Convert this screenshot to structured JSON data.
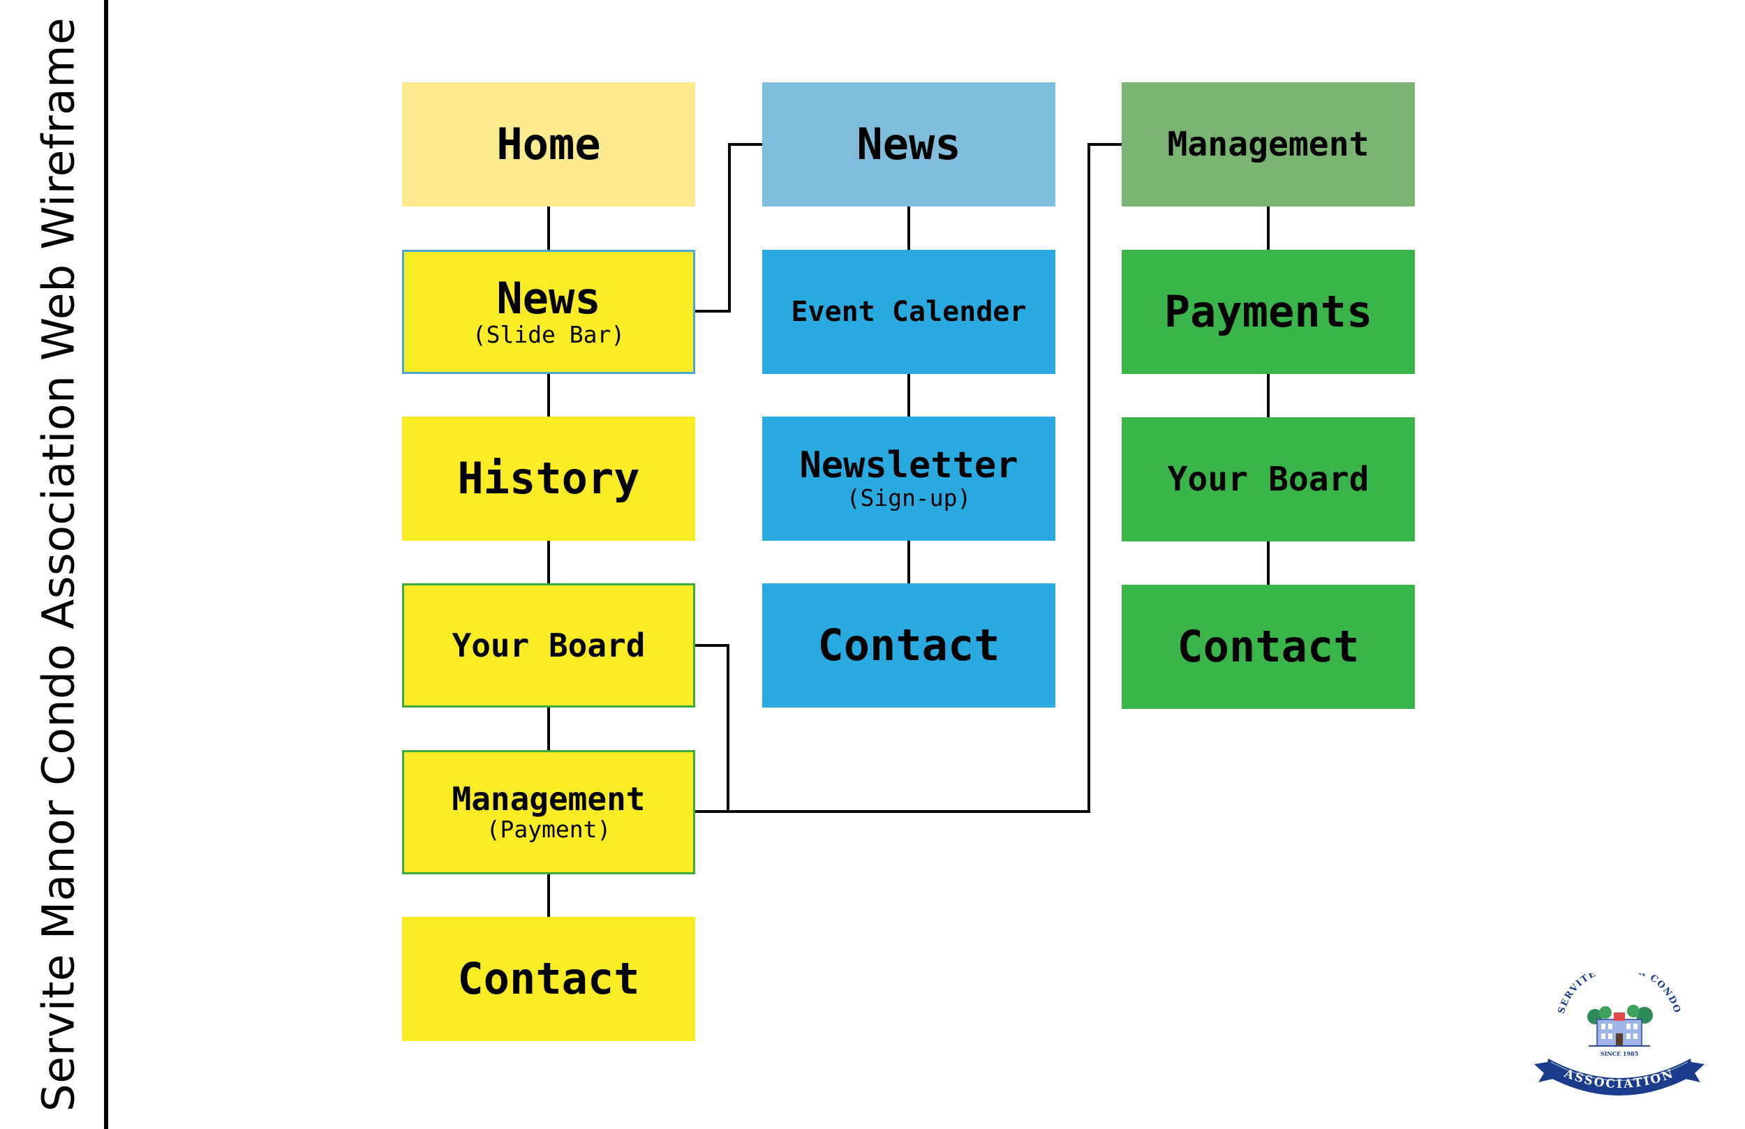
{
  "title": "Servite Manor Condo Association Web Wireframe",
  "colors": {
    "home": "#fbeb8e",
    "yellow": "#f9eb24",
    "news_header": "#7fbddc",
    "blue": "#29abe2",
    "management_header": "#79b473",
    "green": "#39b54a",
    "connector": "#000000"
  },
  "main_column": {
    "home": {
      "label": "Home"
    },
    "news": {
      "label": "News",
      "sub": "(Slide Bar)"
    },
    "history": {
      "label": "History"
    },
    "your_board": {
      "label": "Your Board"
    },
    "management": {
      "label": "Management",
      "sub": "(Payment)"
    },
    "contact": {
      "label": "Contact"
    }
  },
  "news_column": {
    "header": {
      "label": "News"
    },
    "event_calendar": {
      "label": "Event Calender"
    },
    "newsletter": {
      "label": "Newsletter",
      "sub": "(Sign-up)"
    },
    "contact": {
      "label": "Contact"
    }
  },
  "management_column": {
    "header": {
      "label": "Management"
    },
    "payments": {
      "label": "Payments"
    },
    "your_board": {
      "label": "Your Board"
    },
    "contact": {
      "label": "Contact"
    }
  },
  "logo": {
    "arc_text": "SERVITE MANOR CONDO",
    "since": "SINCE 1985",
    "ribbon": "ASSOCIATION",
    "icon": "condo-building-logo"
  }
}
